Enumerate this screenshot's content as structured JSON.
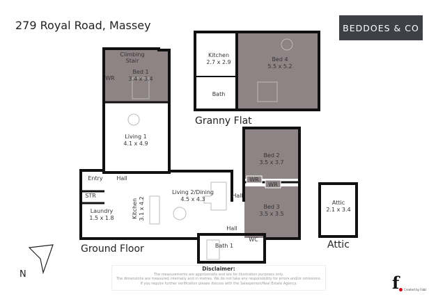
{
  "title": "279 Royal Road, Massey",
  "logo": "BEDDOES & CO",
  "colors": {
    "wall": "#111111",
    "bedroom": "#8e8486",
    "logo_bg": "#3d4147",
    "fabil_dot": "#d0021b"
  },
  "sections": {
    "granny_flat": "Granny Flat",
    "ground_floor": "Ground Floor",
    "attic": "Attic"
  },
  "rooms": {
    "kitchen_gf": {
      "name": "Kitchen",
      "size": "2.7 x 2.9"
    },
    "bed4": {
      "name": "Bed 4",
      "size": "5.5 x 5.2"
    },
    "bath_gf": {
      "name": "Bath"
    },
    "climbing_stair": {
      "line1": "Climbing",
      "line2": "Stair"
    },
    "bed1": {
      "name": "Bed 1",
      "size": "3.4 x 3.4"
    },
    "wr1": {
      "name": "WR"
    },
    "living1": {
      "name": "Living 1",
      "size": "4.1 x 4.9"
    },
    "entry": {
      "name": "Entry"
    },
    "hall1": {
      "name": "Hall"
    },
    "str": {
      "name": "STR"
    },
    "laundry": {
      "name": "Laundry",
      "size": "1.5 x 1.8"
    },
    "kitchen": {
      "name": "Kitchen",
      "size": "3.1 x 4.2"
    },
    "living2": {
      "name": "Living 2/Dining",
      "size": "4.5 x 4.3"
    },
    "hall2": {
      "name": "Hall"
    },
    "hall3": {
      "name": "Hall"
    },
    "bath1": {
      "name": "Bath 1"
    },
    "wc": {
      "name": "WC"
    },
    "bed2": {
      "name": "Bed 2",
      "size": "3.5 x 3.7"
    },
    "wr2": {
      "name": "WR"
    },
    "wr3": {
      "name": "WR"
    },
    "bed3": {
      "name": "Bed 3",
      "size": "3.5 x 3.5"
    },
    "attic": {
      "name": "Attic",
      "size": "2.1 x 3.4"
    }
  },
  "compass": "N",
  "disclaimer": {
    "heading": "Disclaimer:",
    "line1": "The measurements are approximate and are for illustration purposes only.",
    "line2": "The dimensions are measured internally and in metres. We do not take any responsibility for errors and/or omissions.",
    "line3": "If you require further verification please discuss with the Salesperson/Real Estate Agency."
  },
  "credit": {
    "logo": "f.",
    "text": "Created by Fabil"
  }
}
